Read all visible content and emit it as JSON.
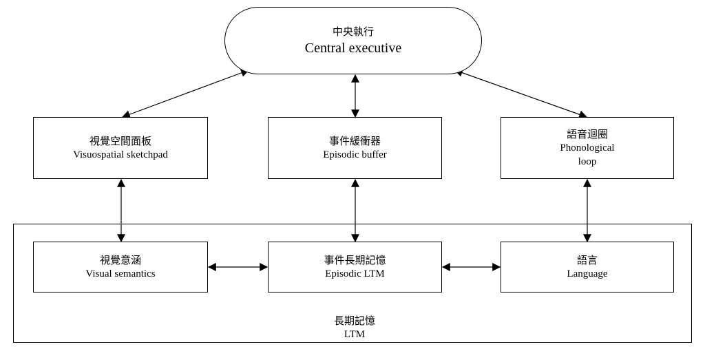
{
  "central": {
    "zh": "中央執行",
    "en": "Central executive"
  },
  "visuospatial": {
    "zh": "視覺空間面板",
    "en": "Visuospatial sketchpad"
  },
  "episodic_buffer": {
    "zh": "事件緩衝器",
    "en": "Episodic buffer"
  },
  "phonological": {
    "zh": "語音迴圈",
    "en_line1": "Phonological",
    "en_line2": "loop"
  },
  "visual_semantics": {
    "zh": "視覺意涵",
    "en": "Visual semantics"
  },
  "episodic_ltm": {
    "zh": "事件長期記憶",
    "en": "Episodic LTM"
  },
  "language": {
    "zh": "語言",
    "en": "Language"
  },
  "ltm": {
    "zh": "長期記憶",
    "en": "LTM"
  }
}
